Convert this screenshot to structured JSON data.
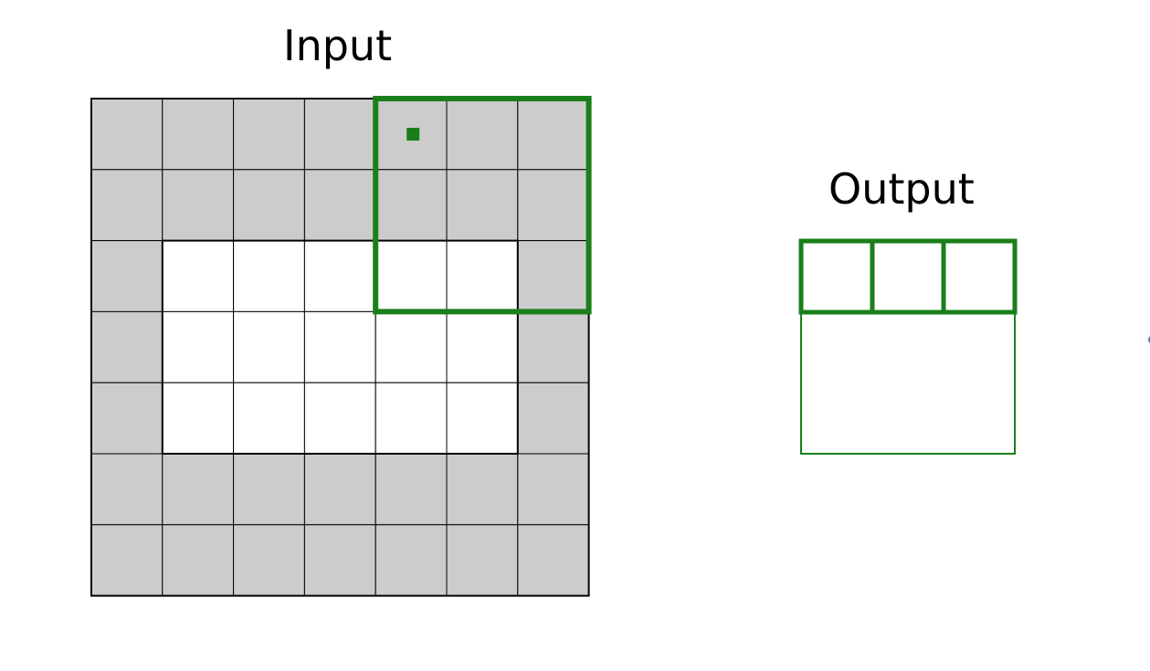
{
  "input": {
    "title": "Input",
    "rows": 7,
    "cols": 7,
    "padding": 1,
    "padding_color": "#cccccc",
    "cell_color": "#ffffff"
  },
  "output": {
    "title": "Output",
    "highlighted_cells": 3
  },
  "kernel": {
    "size": 3,
    "position_row": 0,
    "position_col": 4,
    "color": "#1a7f1a"
  },
  "colors": {
    "grid_line": "#000000",
    "accent_green": "#1a7f1a",
    "edge_dot": "#4a7fb0"
  }
}
